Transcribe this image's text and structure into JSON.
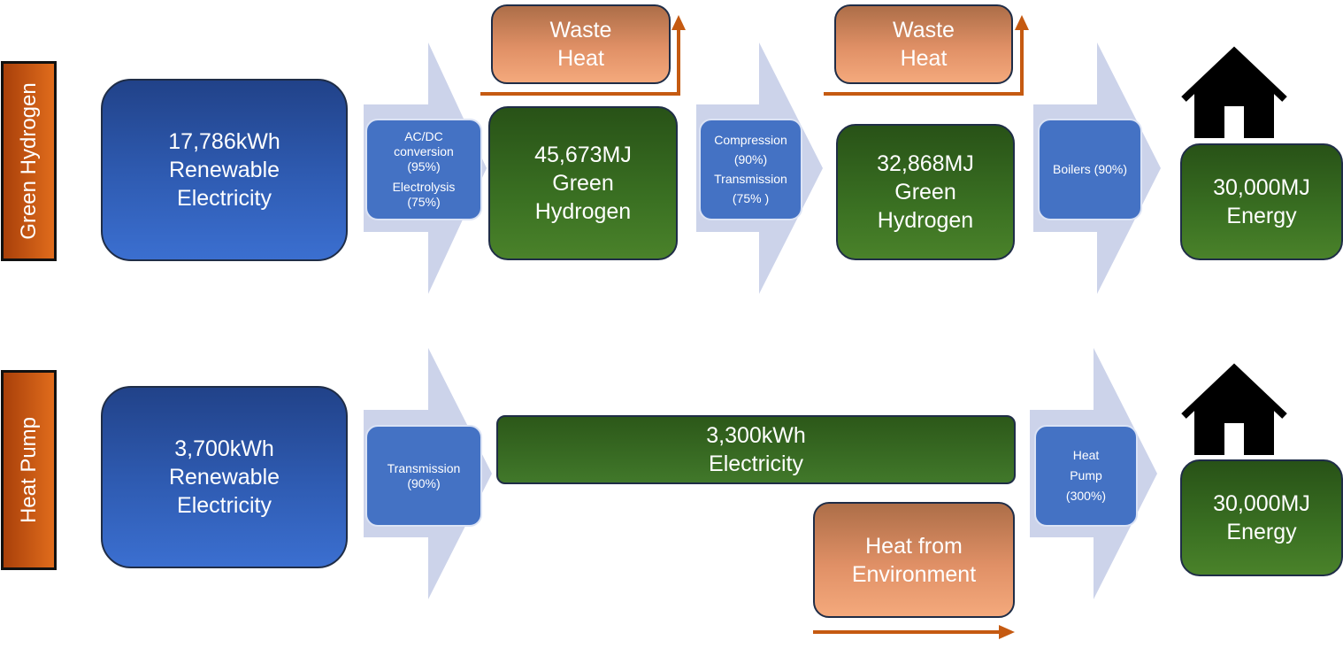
{
  "rows": {
    "hydrogen": {
      "label": "Green Hydrogen",
      "input": {
        "line1": "17,786kWh",
        "line2": "Renewable",
        "line3": "Electricity"
      },
      "step1": {
        "part1_line1": "AC/DC",
        "part1_line2": "conversion",
        "part1_line3": "(95%)",
        "part2_line1": "Electrolysis",
        "part2_line2": "(75%)"
      },
      "hydrogen1": {
        "line1": "45,673MJ",
        "line2": "Green",
        "line3": "Hydrogen"
      },
      "waste_heat1": {
        "line1": "Waste",
        "line2": "Heat"
      },
      "step2": {
        "part1_line1": "Compression",
        "part1_line2": "(90%)",
        "part2_line1": "Transmission",
        "part2_line2": "(75% )"
      },
      "hydrogen2": {
        "line1": "32,868MJ",
        "line2": "Green",
        "line3": "Hydrogen"
      },
      "waste_heat2": {
        "line1": "Waste",
        "line2": "Heat"
      },
      "step3": {
        "line1": "Boilers (90%)"
      },
      "output": {
        "line1": "30,000MJ",
        "line2": "Energy"
      }
    },
    "heatpump": {
      "label": "Heat Pump",
      "input": {
        "line1": "3,700kWh",
        "line2": "Renewable",
        "line3": "Electricity"
      },
      "step1": {
        "line1": "Transmission",
        "line2": "(90%)"
      },
      "electricity": {
        "line1": "3,300kWh",
        "line2": "Electricity"
      },
      "environment": {
        "line1": "Heat from",
        "line2": "Environment"
      },
      "step2": {
        "line1": "Heat",
        "line2": "Pump",
        "line3": "(300%)"
      },
      "output": {
        "line1": "30,000MJ",
        "line2": "Energy"
      }
    }
  },
  "colors": {
    "arrow": "#ccd3ea",
    "waste_arrow": "#c55a11",
    "blue": "#3b6fd0",
    "green": "#3a7022",
    "orange": "#f4a97c",
    "label": "#c55a11"
  },
  "icons": [
    "house-icon",
    "house-icon"
  ]
}
